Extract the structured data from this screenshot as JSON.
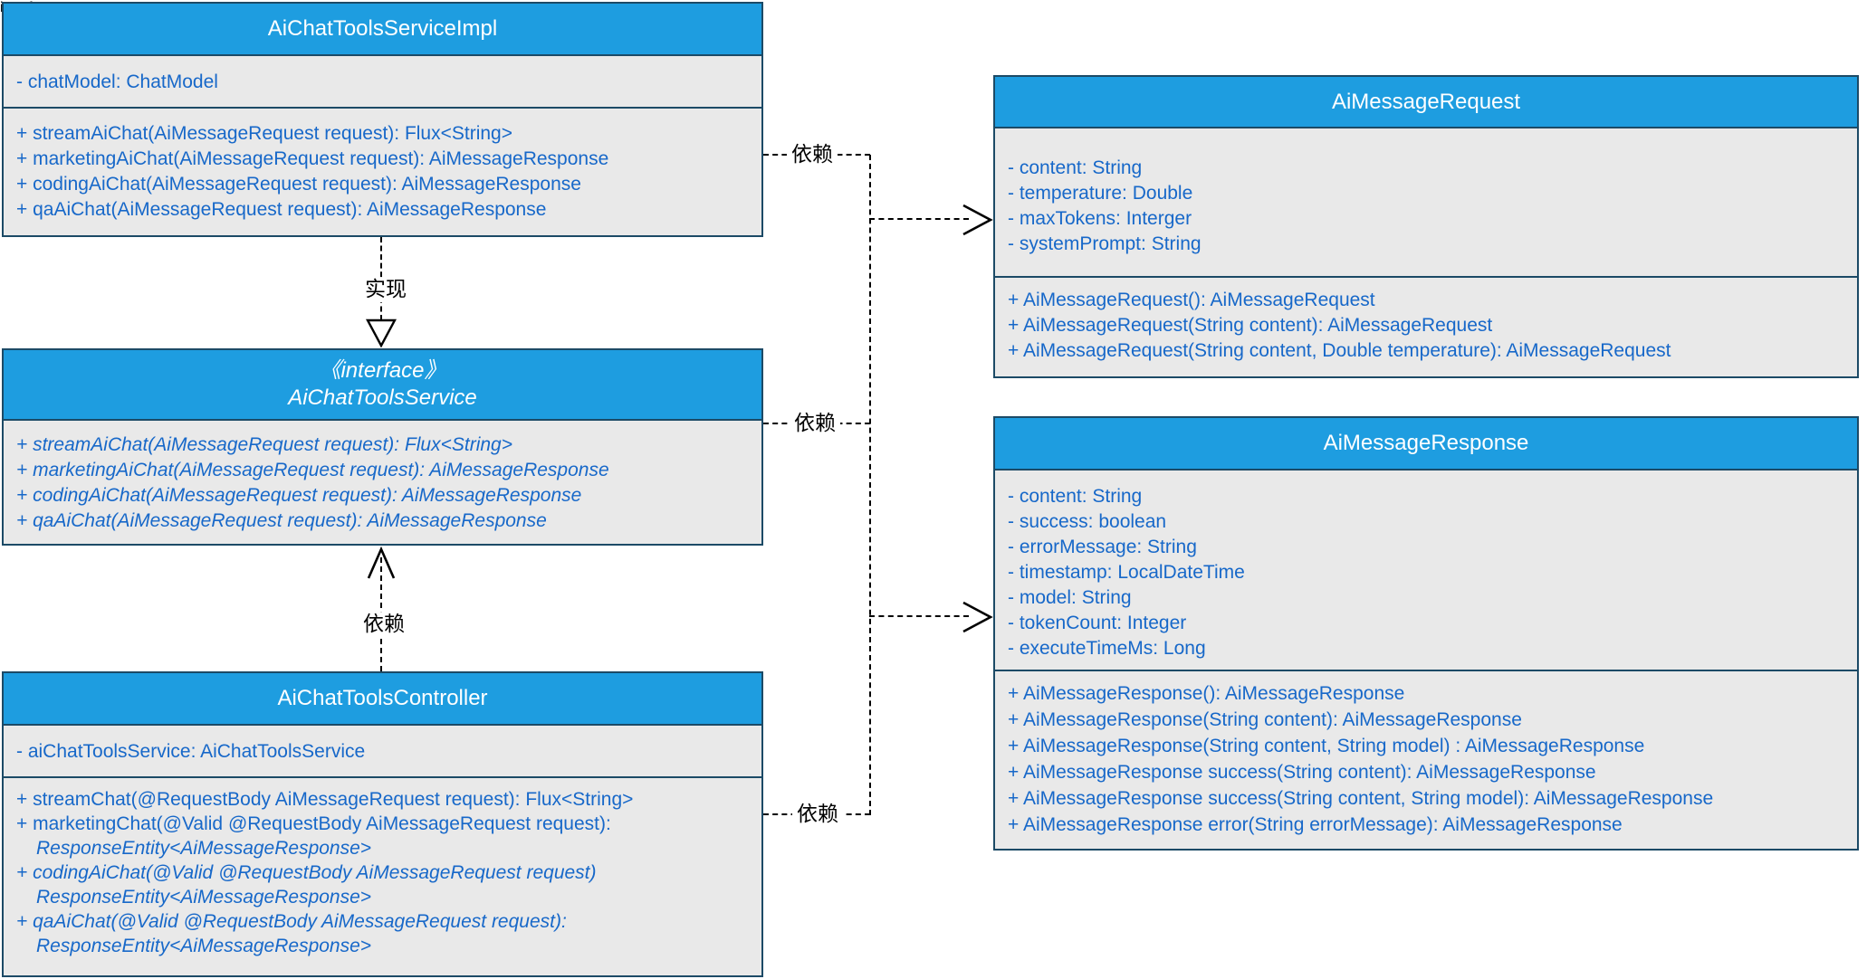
{
  "colors": {
    "header_bg": "#1E9DE0",
    "box_border": "#1C4A66",
    "box_bg": "#E9E9E9",
    "text_blue": "#1768C9",
    "connector": "#000000"
  },
  "classes": {
    "service_impl": {
      "title": "AiChatToolsServiceImpl",
      "attributes": [
        "- chatModel: ChatModel"
      ],
      "methods": [
        "+ streamAiChat(AiMessageRequest request): Flux<String>",
        "+ marketingAiChat(AiMessageRequest request): AiMessageResponse",
        "+ codingAiChat(AiMessageRequest request): AiMessageResponse",
        "+ qaAiChat(AiMessageRequest request): AiMessageResponse"
      ]
    },
    "service_interface": {
      "stereotype": "《interface》",
      "title": "AiChatToolsService",
      "methods": [
        "+ streamAiChat(AiMessageRequest request): Flux<String>",
        "+ marketingAiChat(AiMessageRequest request): AiMessageResponse",
        "+ codingAiChat(AiMessageRequest request): AiMessageResponse",
        "+ qaAiChat(AiMessageRequest request): AiMessageResponse"
      ]
    },
    "controller": {
      "title": "AiChatToolsController",
      "attributes": [
        "- aiChatToolsService: AiChatToolsService"
      ],
      "method_lines": [
        "+ streamChat(@RequestBody AiMessageRequest request): Flux<String>",
        "+ marketingChat(@Valid @RequestBody AiMessageRequest request):",
        "ResponseEntity<AiMessageResponse>",
        "+ codingAiChat(@Valid @RequestBody AiMessageRequest request)",
        "ResponseEntity<AiMessageResponse>",
        "+ qaAiChat(@Valid @RequestBody AiMessageRequest request):",
        "ResponseEntity<AiMessageResponse>"
      ]
    },
    "message_request": {
      "title": "AiMessageRequest",
      "attributes": [
        "- content: String",
        "- temperature: Double",
        "- maxTokens: Interger",
        "- systemPrompt: String"
      ],
      "methods": [
        "+ AiMessageRequest(): AiMessageRequest",
        "+ AiMessageRequest(String content): AiMessageRequest",
        "+ AiMessageRequest(String content, Double temperature): AiMessageRequest"
      ]
    },
    "message_response": {
      "title": "AiMessageResponse",
      "attributes": [
        "- content: String",
        "- success: boolean",
        "- errorMessage: String",
        "- timestamp: LocalDateTime",
        "- model: String",
        "- tokenCount: Integer",
        "- executeTimeMs: Long"
      ],
      "methods": [
        "+ AiMessageResponse(): AiMessageResponse",
        "+ AiMessageResponse(String content): AiMessageResponse",
        "+ AiMessageResponse(String content, String model) : AiMessageResponse",
        "+ AiMessageResponse success(String content): AiMessageResponse",
        "+ AiMessageResponse success(String content, String model): AiMessageResponse",
        "+ AiMessageResponse error(String errorMessage): AiMessageResponse"
      ]
    }
  },
  "relationships": {
    "implements_label": "实现",
    "depends_label": "依赖"
  }
}
